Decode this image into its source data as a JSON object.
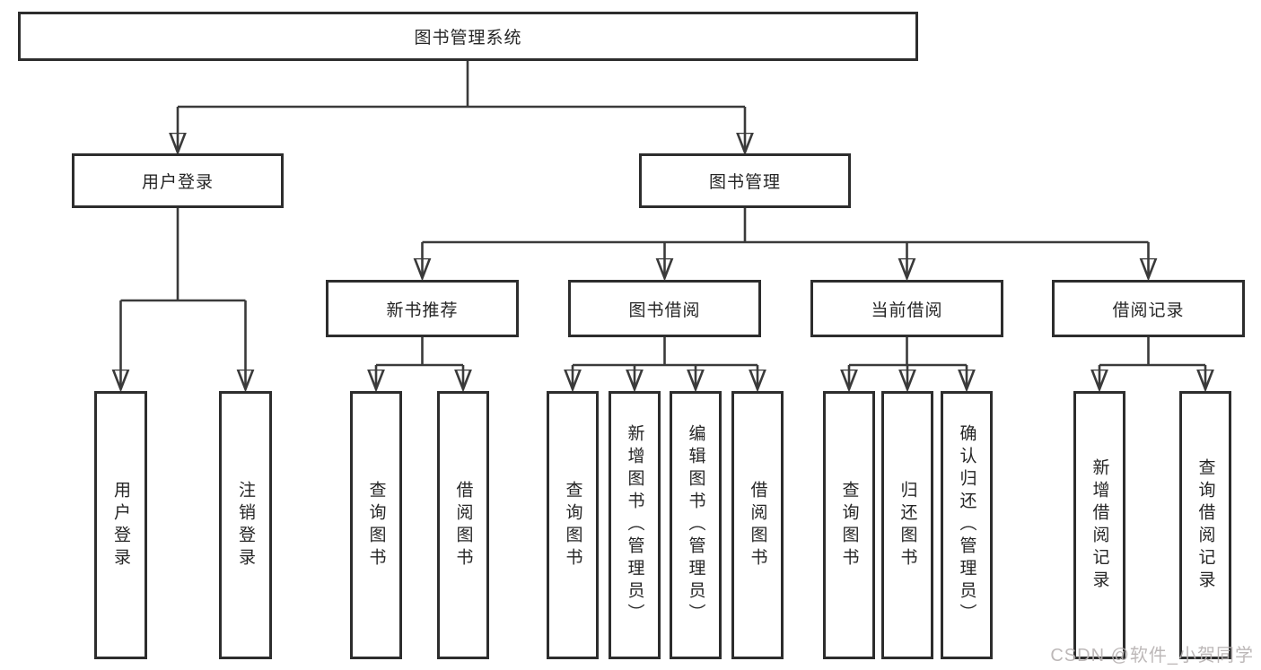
{
  "tree": {
    "root": {
      "label": "图书管理系统"
    },
    "branches": [
      {
        "label": "用户登录",
        "leaves": [
          "用户登录",
          "注销登录"
        ]
      },
      {
        "label": "图书管理",
        "sections": [
          {
            "label": "新书推荐",
            "leaves": [
              "查询图书",
              "借阅图书"
            ]
          },
          {
            "label": "图书借阅",
            "leaves": [
              "查询图书",
              "新增图书（管理员）",
              "编辑图书（管理员）",
              "借阅图书"
            ]
          },
          {
            "label": "当前借阅",
            "leaves": [
              "查询图书",
              "归还图书",
              "确认归还（管理员）"
            ]
          },
          {
            "label": "借阅记录",
            "leaves": [
              "新增借阅记录",
              "查询借阅记录"
            ]
          }
        ]
      }
    ]
  },
  "watermark": {
    "text": "CSDN @软件_小贺同学"
  },
  "colors": {
    "line": "#3a3a3a",
    "box_border": "#2d2d2d",
    "text": "#262626",
    "watermark": "#b6b1b1",
    "background": "#ffffff"
  }
}
